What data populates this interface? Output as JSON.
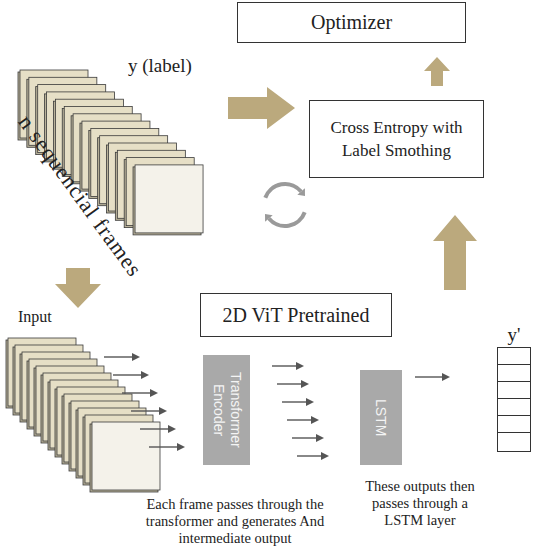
{
  "diagram": {
    "nodes": [
      {
        "text": [
          "y (label)",
          "n sequencial frames"
        ]
      },
      {
        "text": [
          "Optimizer"
        ]
      },
      {
        "text": [
          "Cross Entropy with Label Smothing"
        ]
      },
      {
        "text": [
          "2D ViT Pretrained"
        ]
      },
      {
        "text": [
          "Input"
        ]
      },
      {
        "text": [
          "Transformer Encoder"
        ]
      },
      {
        "text": [
          "LSTM"
        ]
      },
      {
        "text": [
          "y'"
        ]
      }
    ],
    "edges": [
      {
        "from": 0,
        "to": 2,
        "arrow": "to"
      },
      {
        "from": 2,
        "to": 1,
        "arrow": "to"
      },
      {
        "from": 0,
        "to": 4,
        "arrow": "to"
      },
      {
        "from": 4,
        "to": 5,
        "arrow": "to"
      },
      {
        "from": 5,
        "to": 6,
        "arrow": "to"
      },
      {
        "from": 6,
        "to": 7,
        "arrow": "to"
      },
      {
        "from": 7,
        "to": 2,
        "arrow": "to"
      }
    ],
    "labels": [
      "Each frame passes through the transformer and generates And intermediate output",
      "These outputs then passes through a LSTM layer"
    ]
  }
}
